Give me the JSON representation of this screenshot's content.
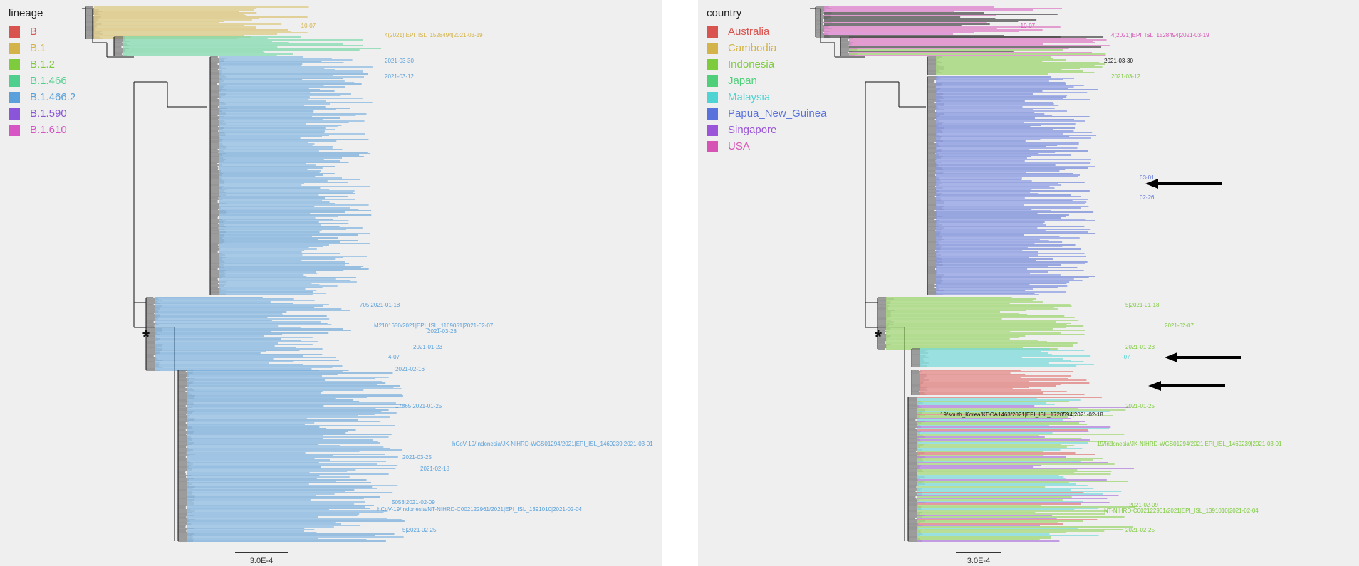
{
  "left_panel": {
    "legend": {
      "title": "lineage",
      "items": [
        {
          "label": "B",
          "color": "#d9534f"
        },
        {
          "label": "B.1",
          "color": "#d4b44a"
        },
        {
          "label": "B.1.2",
          "color": "#7ecb3e"
        },
        {
          "label": "B.1.466",
          "color": "#4fcf8e"
        },
        {
          "label": "B.1.466.2",
          "color": "#5aa0db"
        },
        {
          "label": "B.1.590",
          "color": "#8a55d8"
        },
        {
          "label": "B.1.610",
          "color": "#d654c4"
        }
      ]
    },
    "scale_label": "3.0E-4",
    "asterisk": "*",
    "tip_labels": [
      "-10-07",
      "4(2021)|EPI_ISL_1528494|2021-03-19",
      "2021-03-30",
      "2021-03-12",
      "705|2021-01-18",
      "M2101650/2021|EPI_ISL_1169051|2021-02-07",
      "2021-03-28",
      "2021-01-23",
      "4-07",
      "2021-02-16",
      "17865|2021-01-25",
      "hCoV-19/Indonesia/JK-NIHRD-WGS01294/2021|EPI_ISL_1469239|2021-03-01",
      "2021-03-25",
      "2021-02-18",
      "5053|2021-02-09",
      "hCoV-19/Indonesia/NT-NIHRD-C002122961/2021|EPI_ISL_1391010|2021-02-04",
      "5|2021-02-25"
    ]
  },
  "right_panel": {
    "legend": {
      "title": "country",
      "items": [
        {
          "label": "Australia",
          "color": "#d9534f"
        },
        {
          "label": "Cambodia",
          "color": "#d4b44a"
        },
        {
          "label": "Indonesia",
          "color": "#7ecb3e"
        },
        {
          "label": "Japan",
          "color": "#4fcf7a"
        },
        {
          "label": "Malaysia",
          "color": "#4fd3d3"
        },
        {
          "label": "Papua_New_Guinea",
          "color": "#5a72db"
        },
        {
          "label": "Singapore",
          "color": "#9a55d8"
        },
        {
          "label": "USA",
          "color": "#d654b4"
        }
      ]
    },
    "scale_label": "3.0E-4",
    "asterisk": "*",
    "tip_labels": [
      "-10-07",
      "4(2021)|EPI_ISL_1528494|2021-03-19",
      "2021-03-30",
      "2021-03-12",
      "03-01",
      "02-26",
      "5|2021-01-18",
      "2021-02-07",
      "2021-01-23",
      "-07",
      "2021-01-25",
      "19/south_Korea/KDCA1463/2021|EPI_ISL_1728594|2021-02-18",
      "19/Indonesia/JK-NIHRD-WGS01294/2021|EPI_ISL_1469239|2021-03-01",
      "2021-02-09",
      "NT-NIHRD-C002122961/2021|EPI_ISL_1391010|2021-02-04",
      "2021-02-25"
    ]
  }
}
